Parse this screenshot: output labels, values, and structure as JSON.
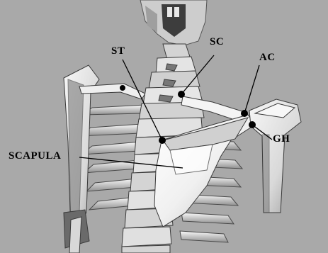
{
  "figure": {
    "labels": {
      "st": "ST",
      "sc": "SC",
      "ac": "AC",
      "gh": "GH",
      "scapula": "SCAPULA"
    },
    "colors": {
      "background": "#a9a9a9",
      "bone_light": "#f2f2f2",
      "bone_mid": "#cfcfcf",
      "bone_shadow": "#6e6e6e",
      "bone_dark": "#3a3a3a",
      "pointer": "#000000"
    }
  }
}
